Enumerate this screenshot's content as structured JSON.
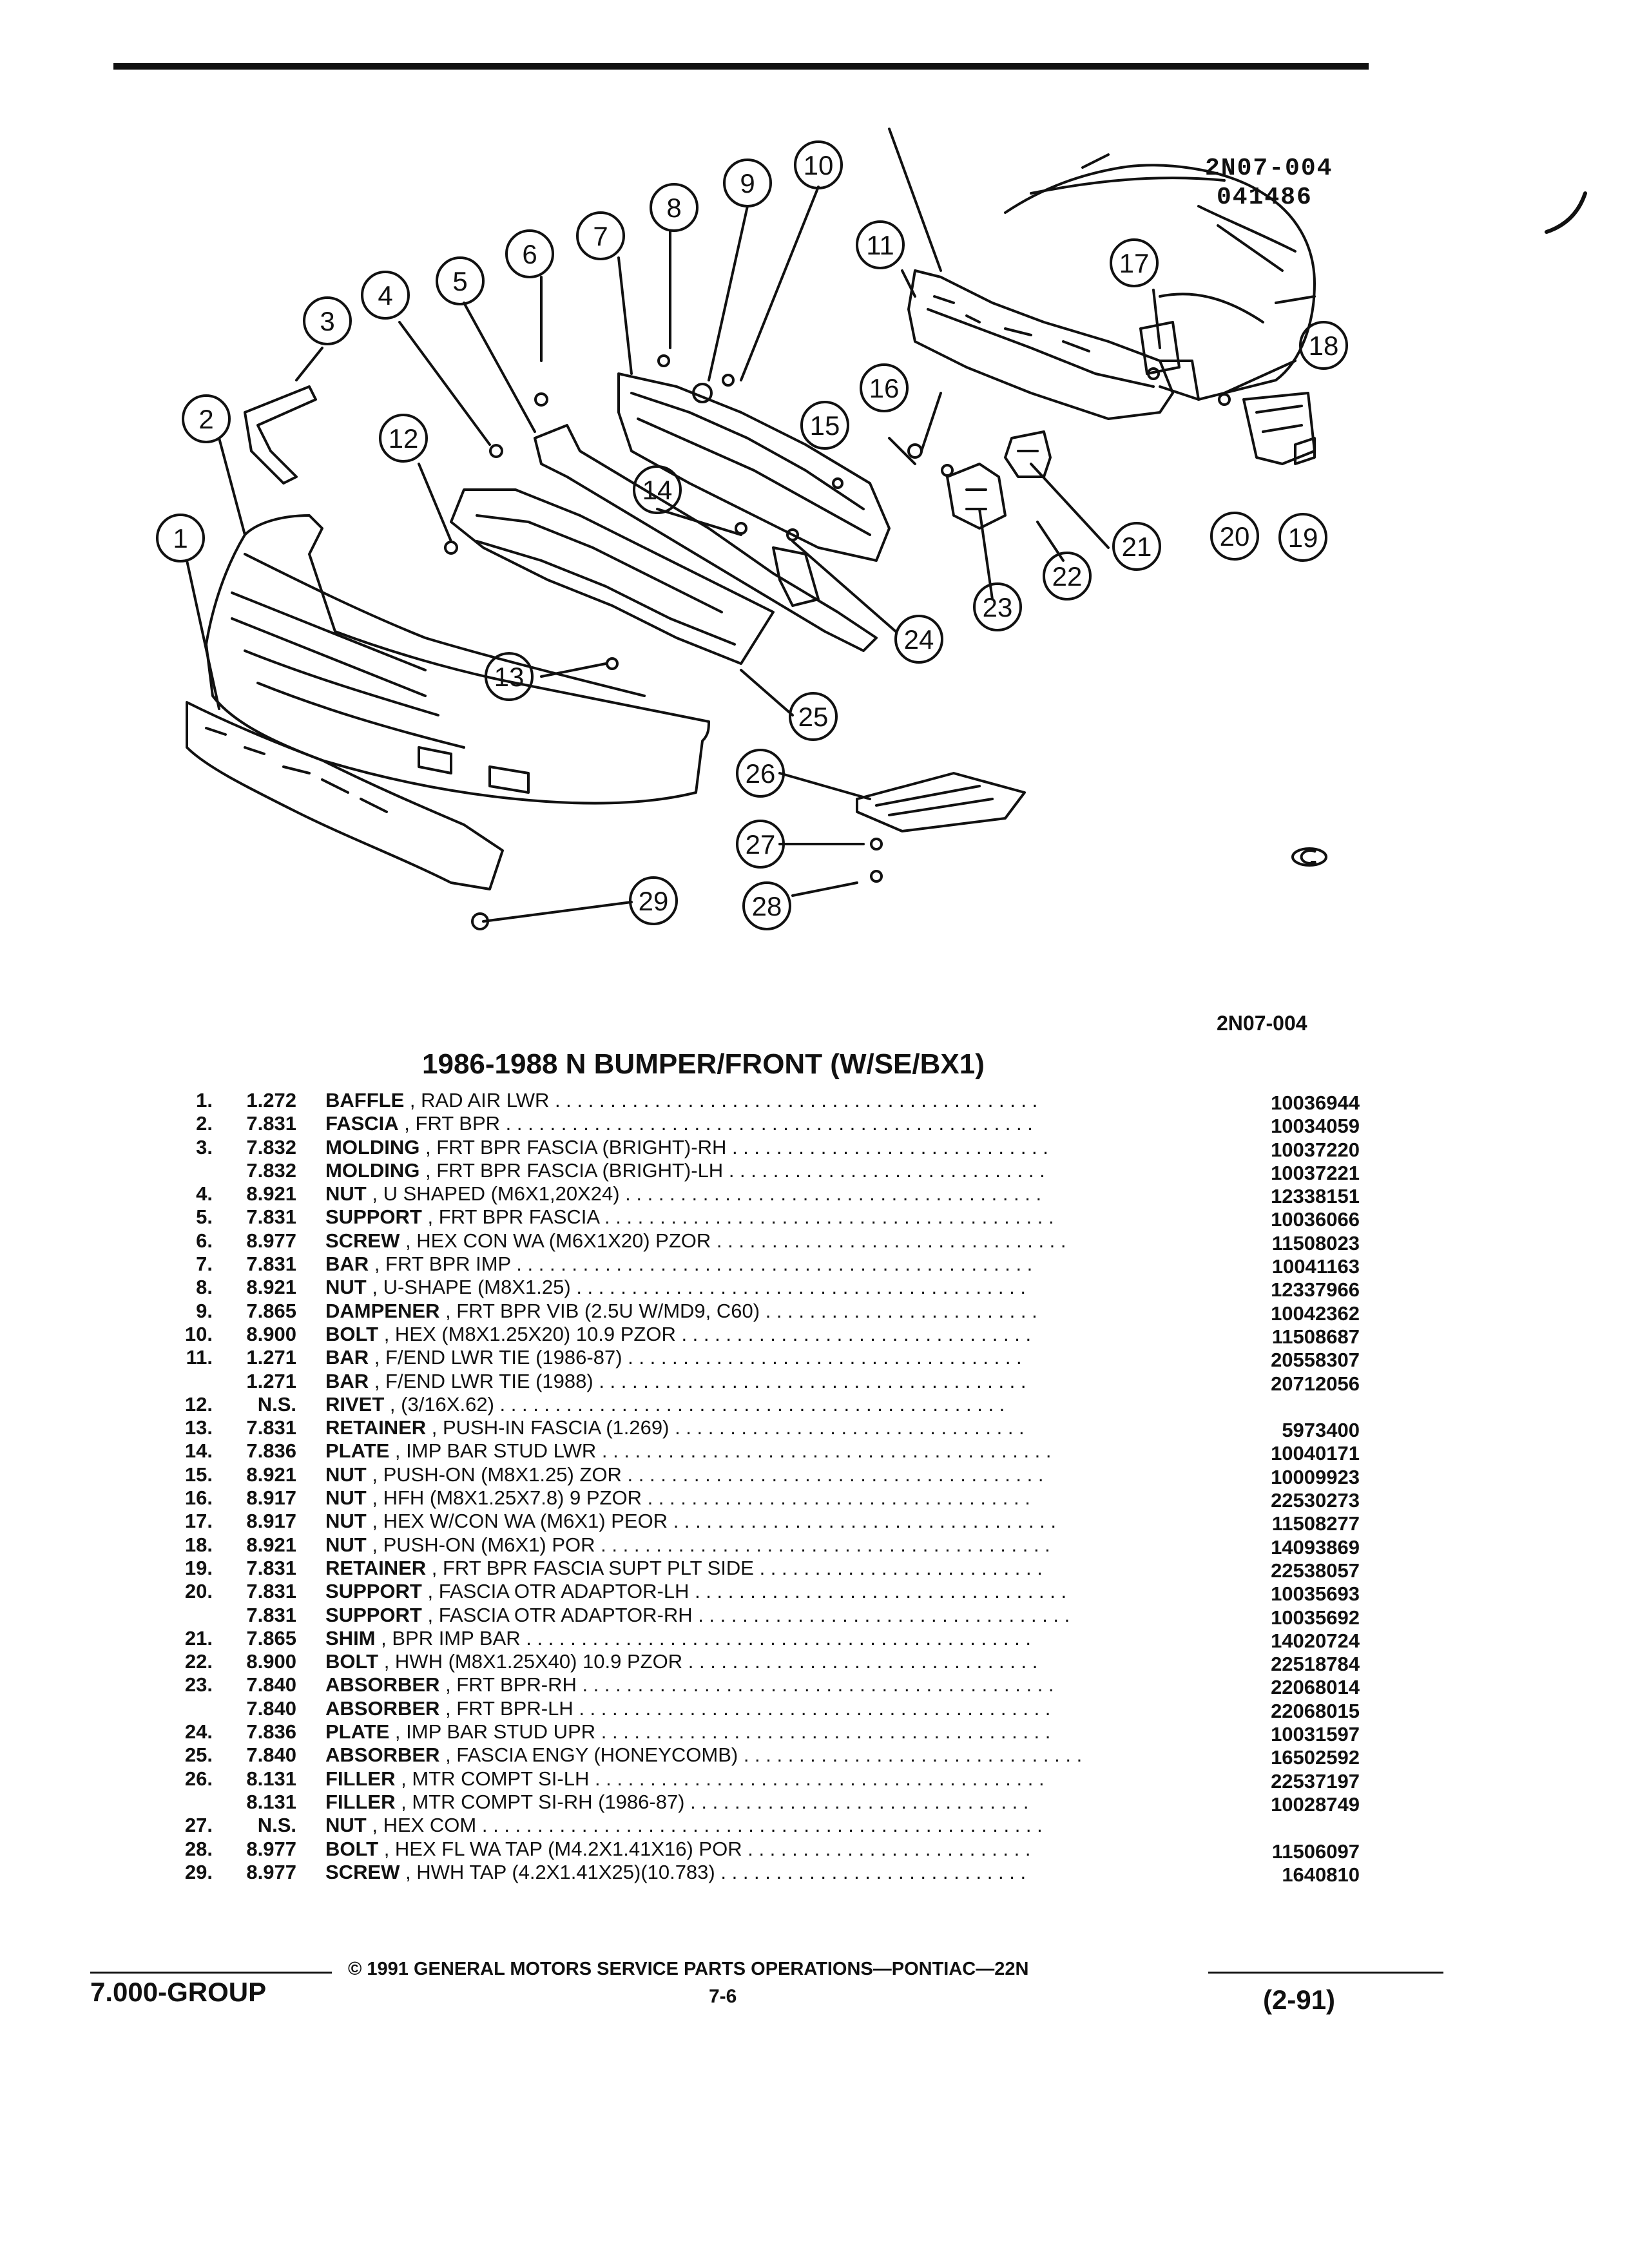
{
  "drawing": {
    "code_top": "2N07-004",
    "date_code": "041486",
    "figure_code": "2N07-004",
    "callouts": [
      "1",
      "2",
      "3",
      "4",
      "5",
      "6",
      "7",
      "8",
      "9",
      "10",
      "11",
      "12",
      "13",
      "14",
      "15",
      "16",
      "17",
      "18",
      "19",
      "20",
      "21",
      "22",
      "23",
      "24",
      "25",
      "26",
      "27",
      "28",
      "29"
    ]
  },
  "title": "1986-1988 N BUMPER/FRONT (W/SE/BX1)",
  "parts": [
    {
      "num": "1.",
      "code": "1.272",
      "name": "BAFFLE",
      "spec": "RAD AIR LWR",
      "part": "10036944"
    },
    {
      "num": "2.",
      "code": "7.831",
      "name": "FASCIA",
      "spec": "FRT BPR",
      "part": "10034059"
    },
    {
      "num": "3.",
      "code": "7.832",
      "name": "MOLDING",
      "spec": "FRT BPR FASCIA (BRIGHT)-RH",
      "part": "10037220"
    },
    {
      "num": "",
      "code": "7.832",
      "name": "MOLDING",
      "spec": "FRT BPR FASCIA (BRIGHT)-LH",
      "part": "10037221"
    },
    {
      "num": "4.",
      "code": "8.921",
      "name": "NUT",
      "spec": "U SHAPED (M6X1,20X24)",
      "part": "12338151"
    },
    {
      "num": "5.",
      "code": "7.831",
      "name": "SUPPORT",
      "spec": "FRT BPR FASCIA",
      "part": "10036066"
    },
    {
      "num": "6.",
      "code": "8.977",
      "name": "SCREW",
      "spec": "HEX CON WA (M6X1X20) PZOR",
      "part": "11508023"
    },
    {
      "num": "7.",
      "code": "7.831",
      "name": "BAR",
      "spec": "FRT BPR IMP",
      "part": "10041163"
    },
    {
      "num": "8.",
      "code": "8.921",
      "name": "NUT",
      "spec": "U-SHAPE (M8X1.25)",
      "part": "12337966"
    },
    {
      "num": "9.",
      "code": "7.865",
      "name": "DAMPENER",
      "spec": "FRT BPR VIB (2.5U W/MD9, C60)",
      "part": "10042362"
    },
    {
      "num": "10.",
      "code": "8.900",
      "name": "BOLT",
      "spec": "HEX (M8X1.25X20) 10.9 PZOR",
      "part": "11508687"
    },
    {
      "num": "11.",
      "code": "1.271",
      "name": "BAR",
      "spec": "F/END LWR TIE (1986-87)",
      "part": "20558307"
    },
    {
      "num": "",
      "code": "1.271",
      "name": "BAR",
      "spec": "F/END LWR TIE (1988)",
      "part": "20712056"
    },
    {
      "num": "12.",
      "code": "N.S.",
      "name": "RIVET",
      "spec": "(3/16X.62)",
      "part": ""
    },
    {
      "num": "13.",
      "code": "7.831",
      "name": "RETAINER",
      "spec": "PUSH-IN FASCIA (1.269)",
      "part": "5973400"
    },
    {
      "num": "14.",
      "code": "7.836",
      "name": "PLATE",
      "spec": "IMP BAR STUD LWR",
      "part": "10040171"
    },
    {
      "num": "15.",
      "code": "8.921",
      "name": "NUT",
      "spec": "PUSH-ON (M8X1.25) ZOR",
      "part": "10009923"
    },
    {
      "num": "16.",
      "code": "8.917",
      "name": "NUT",
      "spec": "HFH (M8X1.25X7.8) 9 PZOR",
      "part": "22530273"
    },
    {
      "num": "17.",
      "code": "8.917",
      "name": "NUT",
      "spec": "HEX W/CON WA (M6X1) PEOR",
      "part": "11508277"
    },
    {
      "num": "18.",
      "code": "8.921",
      "name": "NUT",
      "spec": "PUSH-ON (M6X1) POR",
      "part": "14093869"
    },
    {
      "num": "19.",
      "code": "7.831",
      "name": "RETAINER",
      "spec": "FRT BPR FASCIA SUPT PLT SIDE",
      "part": "22538057"
    },
    {
      "num": "20.",
      "code": "7.831",
      "name": "SUPPORT",
      "spec": "FASCIA OTR ADAPTOR-LH",
      "part": "10035693"
    },
    {
      "num": "",
      "code": "7.831",
      "name": "SUPPORT",
      "spec": "FASCIA OTR ADAPTOR-RH",
      "part": "10035692"
    },
    {
      "num": "21.",
      "code": "7.865",
      "name": "SHIM",
      "spec": "BPR IMP BAR",
      "part": "14020724"
    },
    {
      "num": "22.",
      "code": "8.900",
      "name": "BOLT",
      "spec": "HWH (M8X1.25X40) 10.9 PZOR",
      "part": "22518784"
    },
    {
      "num": "23.",
      "code": "7.840",
      "name": "ABSORBER",
      "spec": "FRT BPR-RH",
      "part": "22068014"
    },
    {
      "num": "",
      "code": "7.840",
      "name": "ABSORBER",
      "spec": "FRT BPR-LH",
      "part": "22068015"
    },
    {
      "num": "24.",
      "code": "7.836",
      "name": "PLATE",
      "spec": "IMP BAR STUD UPR",
      "part": "10031597"
    },
    {
      "num": "25.",
      "code": "7.840",
      "name": "ABSORBER",
      "spec": "FASCIA ENGY (HONEYCOMB)",
      "part": "16502592"
    },
    {
      "num": "26.",
      "code": "8.131",
      "name": "FILLER",
      "spec": "MTR COMPT SI-LH",
      "part": "22537197"
    },
    {
      "num": "",
      "code": "8.131",
      "name": "FILLER",
      "spec": "MTR COMPT SI-RH (1986-87)",
      "part": "10028749"
    },
    {
      "num": "27.",
      "code": "N.S.",
      "name": "NUT",
      "spec": "HEX COM",
      "part": ""
    },
    {
      "num": "28.",
      "code": "8.977",
      "name": "BOLT",
      "spec": "HEX FL WA TAP (M4.2X1.41X16) POR",
      "part": "11506097"
    },
    {
      "num": "29.",
      "code": "8.977",
      "name": "SCREW",
      "spec": "HWH TAP (4.2X1.41X25)(10.783)",
      "part": "1640810"
    }
  ],
  "footer": {
    "group": "7.000-GROUP",
    "copyright": "© 1991 GENERAL MOTORS SERVICE PARTS OPERATIONS—PONTIAC—22N",
    "page": "7-6",
    "date": "(2-91)"
  }
}
